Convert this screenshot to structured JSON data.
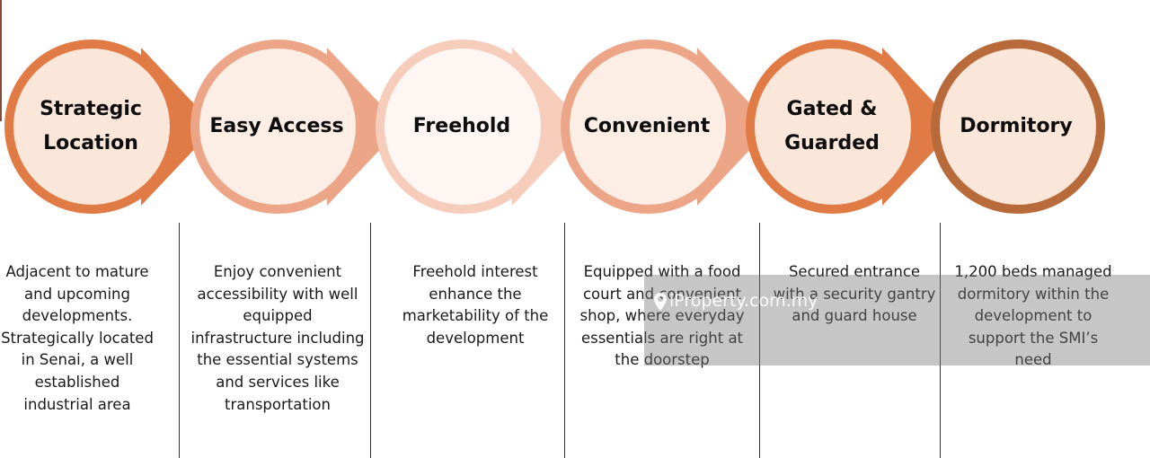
{
  "stages": [
    {
      "title_lines": [
        "Strategic",
        "Location"
      ],
      "description_lines": [
        "Adjacent to mature",
        "and upcoming",
        "developments.",
        "Strategically located",
        "in Senai, a well",
        "established",
        "industrial area"
      ],
      "ring_color": "#E07B45",
      "fill_color": "#FBE6DA",
      "arrow_color": "#E07B45"
    },
    {
      "title_lines": [
        "Easy Access"
      ],
      "description_lines": [
        "Enjoy convenient",
        "accessibility with well",
        "equipped",
        "infrastructure including",
        "the essential systems",
        "and services like",
        "transportation"
      ],
      "ring_color": "#ECA586",
      "fill_color": "#FCEDE5",
      "arrow_color": "#ECA586"
    },
    {
      "title_lines": [
        "Freehold"
      ],
      "description_lines": [
        "Freehold interest",
        "enhance the",
        "marketability of the",
        "development"
      ],
      "ring_color": "#F6CCBB",
      "fill_color": "#FEF6F2",
      "arrow_color": "#F6CCBB"
    },
    {
      "title_lines": [
        "Convenient"
      ],
      "description_lines": [
        "Equipped with a food",
        "court and convenient",
        "shop, where everyday",
        "essentials are right at",
        "the doorstep"
      ],
      "ring_color": "#ECA586",
      "fill_color": "#FCEDE5",
      "arrow_color": "#ECA586"
    },
    {
      "title_lines": [
        "Gated &",
        "Guarded"
      ],
      "description_lines": [
        "Secured entrance",
        "with a security gantry",
        "and guard house"
      ],
      "ring_color": "#E07B45",
      "fill_color": "#FBE6DA",
      "arrow_color": "#E07B45"
    },
    {
      "title_lines": [
        "Dormitory"
      ],
      "description_lines": [
        "1,200 beds managed",
        "dormitory within the",
        "development to",
        "support the SMI’s",
        "need"
      ],
      "ring_color": "#B86A3A",
      "fill_color": "#FBE6DA",
      "arrow_color": "#B86A3A"
    }
  ],
  "watermark": {
    "text": "iProperty.com.my",
    "icon": "map-pin-icon"
  }
}
